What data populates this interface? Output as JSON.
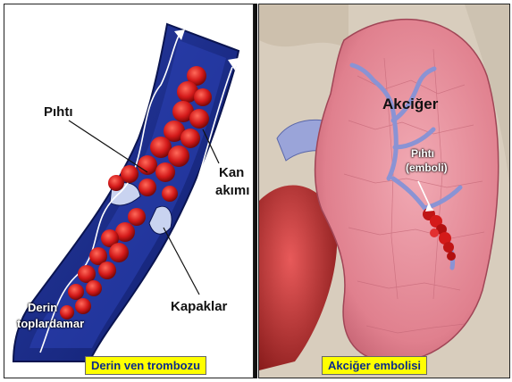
{
  "left_panel": {
    "labels": {
      "clot": "Pıhtı",
      "blood_flow_line1": "Kan",
      "blood_flow_line2": "akımı",
      "valves": "Kapaklar",
      "deep_vein_line1": "Derin",
      "deep_vein_line2": "toplardamar"
    },
    "caption": "Derin ven trombozu"
  },
  "right_panel": {
    "labels": {
      "lung": "Akciğer",
      "embolus_line1": "Pıhtı",
      "embolus_line2": "(emboli)"
    },
    "caption": "Akciğer embolisi"
  },
  "colors": {
    "vein_wall": "#1a2d8c",
    "clot": "#d41a1a",
    "lung_tissue": "#e8909c",
    "caption_bg": "#ffff00",
    "caption_text": "#0a2a8a"
  }
}
